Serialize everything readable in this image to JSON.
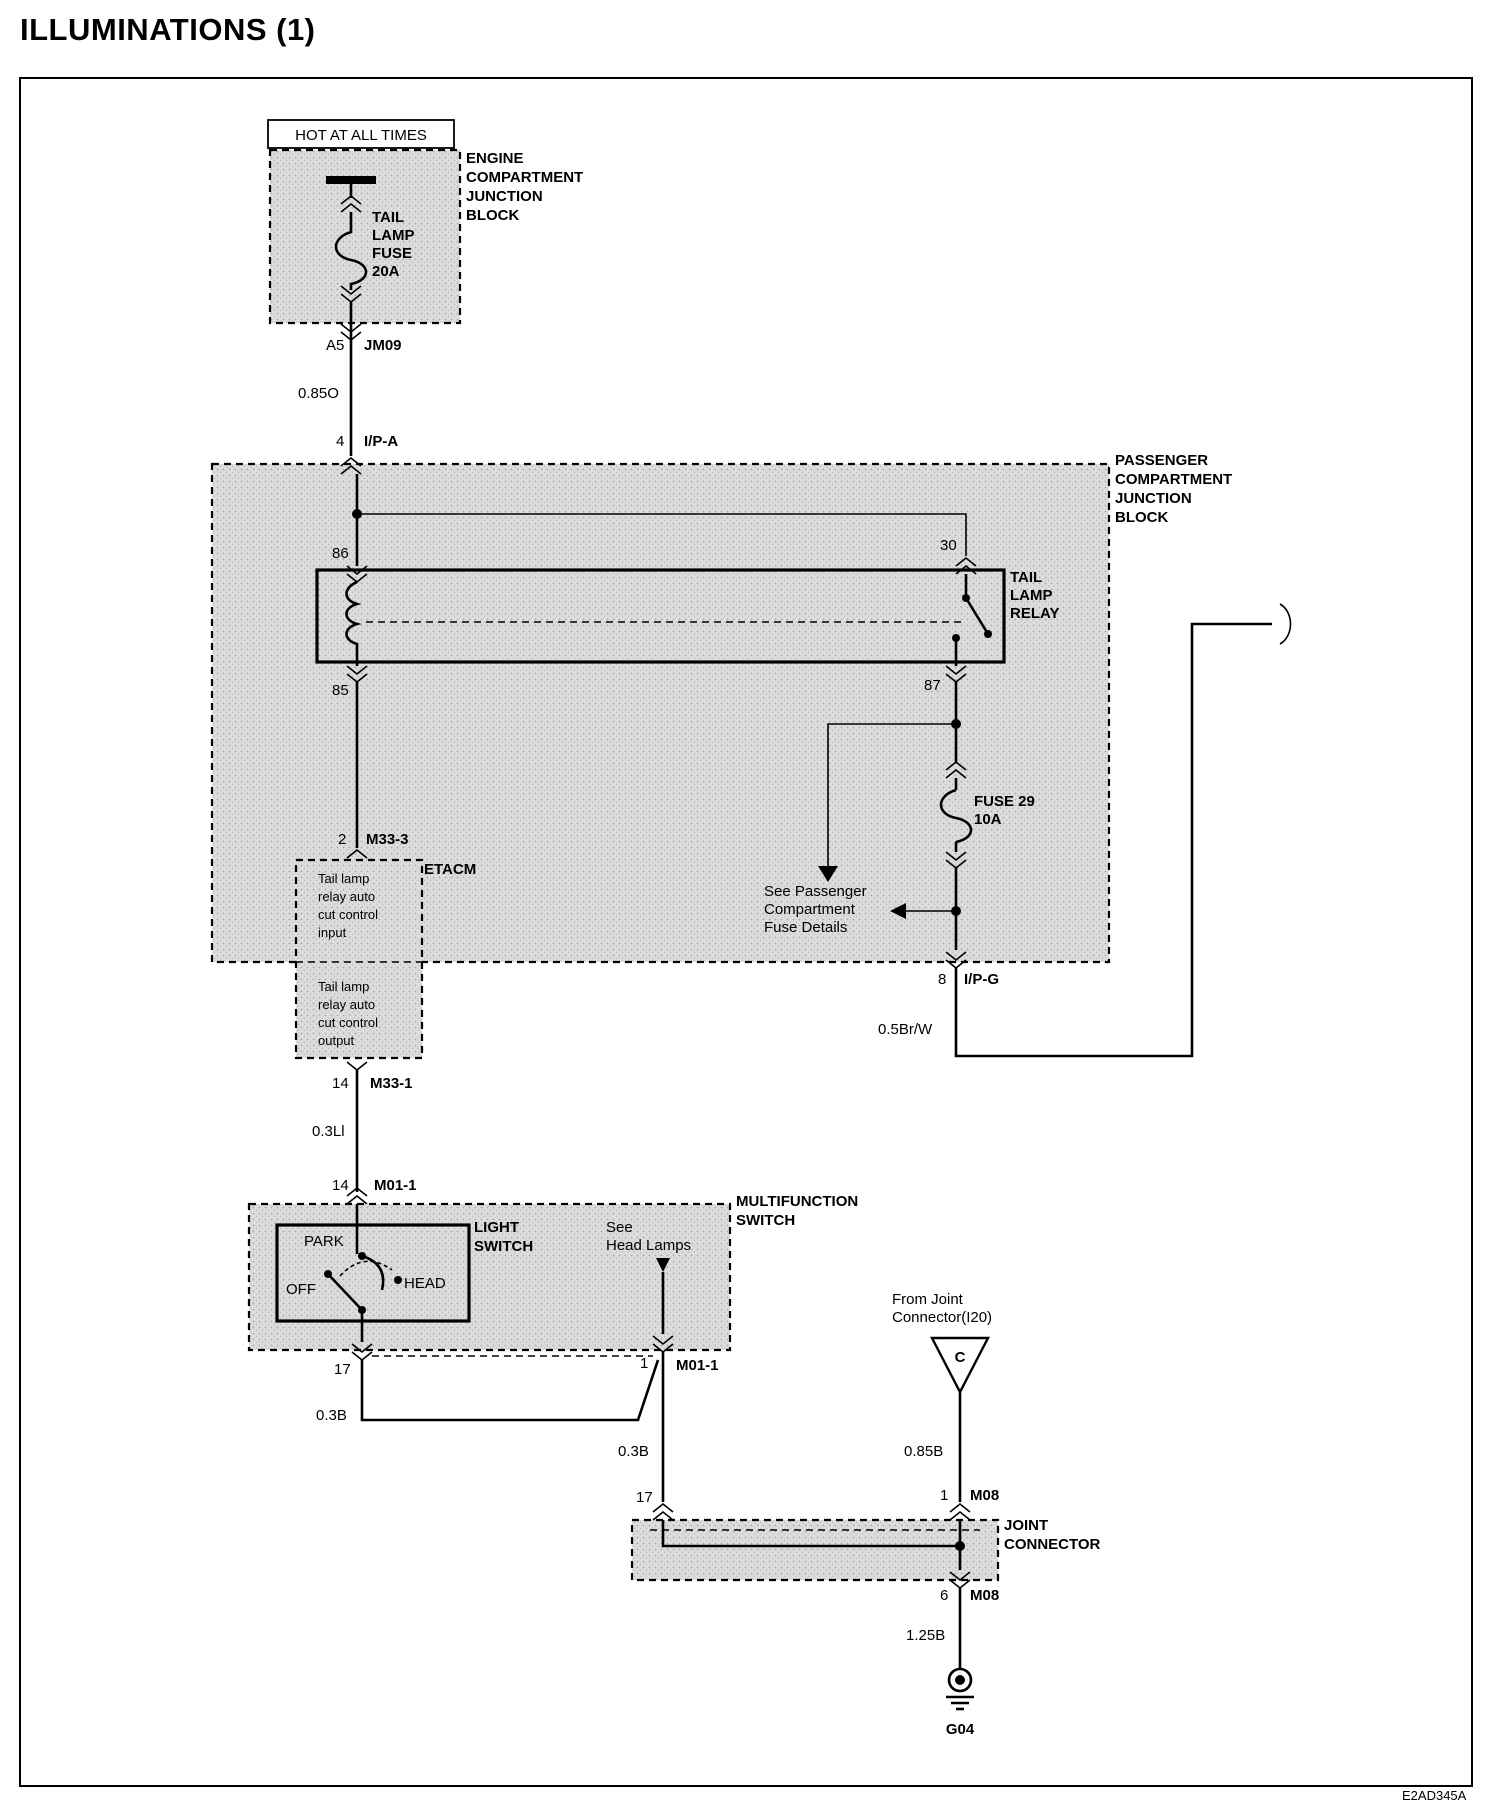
{
  "title": "ILLUMINATIONS (1)",
  "image_code": "E2AD345A",
  "power_source": "HOT AT ALL TIMES",
  "engine_junction_block": {
    "name_lines": [
      "ENGINE",
      "COMPARTMENT",
      "JUNCTION",
      "BLOCK"
    ],
    "fuse_lines": [
      "TAIL",
      "LAMP",
      "FUSE",
      "20A"
    ],
    "pin": "A5",
    "connector": "JM09"
  },
  "wire_1": "0.85O",
  "passenger_junction_block": {
    "name_lines": [
      "PASSENGER",
      "COMPARTMENT",
      "JUNCTION",
      "BLOCK"
    ],
    "input_pin": "4",
    "input_connector": "I/P-A",
    "relay_lines": [
      "TAIL",
      "LAMP",
      "RELAY"
    ],
    "relay_pin_86": "86",
    "relay_pin_85": "85",
    "relay_pin_30": "30",
    "relay_pin_87": "87",
    "fuse_lines": [
      "FUSE 29",
      "10A"
    ],
    "see_details_lines": [
      "See Passenger",
      "Compartment",
      "Fuse Details"
    ],
    "output_pin": "8",
    "output_connector": "I/P-G"
  },
  "wire_output": "0.5Br/W",
  "etacm": {
    "name": "ETACM",
    "pin_in": "2",
    "connector_in": "M33-3",
    "input_lines": [
      "Tail lamp",
      "relay auto",
      "cut control",
      "input"
    ],
    "output_lines": [
      "Tail lamp",
      "relay auto",
      "cut control",
      "output"
    ],
    "pin_out": "14",
    "connector_out": "M33-1"
  },
  "wire_2": "0.3Ll",
  "multifunction_switch": {
    "name_lines": [
      "MULTIFUNCTION",
      "SWITCH"
    ],
    "pin_in": "14",
    "connector_in": "M01-1",
    "light_switch_lines": [
      "LIGHT",
      "SWITCH"
    ],
    "positions": [
      "PARK",
      "OFF",
      "HEAD"
    ],
    "see_head_lines": [
      "See",
      "Head Lamps"
    ],
    "pin_out_left": "17",
    "pin_out_right": "1",
    "connector_out": "M01-1"
  },
  "wire_3": "0.3B",
  "wire_4": "0.3B",
  "from_joint_lines": [
    "From Joint",
    "Connector(I20)"
  ],
  "joint_ref": "C",
  "wire_5": "0.85B",
  "joint_connector": {
    "name_lines": [
      "JOINT",
      "CONNECTOR"
    ],
    "pin_left": "17",
    "pin_right": "1",
    "connector_top": "M08",
    "pin_bottom": "6",
    "connector_bottom": "M08"
  },
  "wire_6": "1.25B",
  "ground": "G04"
}
